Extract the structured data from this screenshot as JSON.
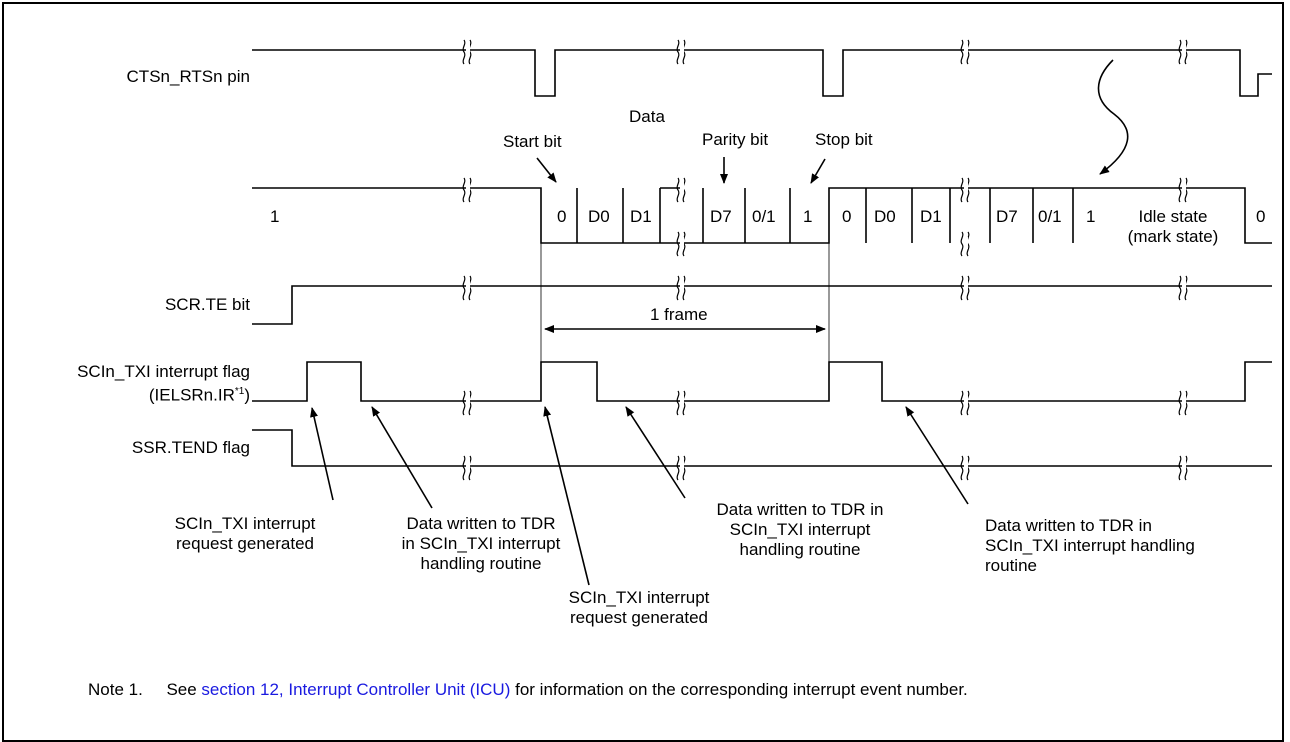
{
  "signals": {
    "cts": "CTSn_RTSn pin",
    "scr_te": "SCR.TE bit",
    "txi_flag_line1": "SCIn_TXI interrupt flag",
    "txi_flag_line2_pre": "(IELSRn.IR",
    "txi_flag_sup": "*1",
    "txi_flag_line2_post": ")",
    "tend": "SSR.TEND flag"
  },
  "frame_labels": {
    "data": "Data",
    "start_bit": "Start bit",
    "parity_bit": "Parity bit",
    "stop_bit": "Stop bit",
    "one_frame": "1 frame",
    "idle_1": "Idle state",
    "idle_2": "(mark state)"
  },
  "bits": {
    "one_left": "1",
    "f1": [
      "0",
      "D0",
      "D1",
      "D7",
      "0/1",
      "1"
    ],
    "f2": [
      "0",
      "D0",
      "D1",
      "D7",
      "0/1",
      "1"
    ],
    "zero_right": "0"
  },
  "annotations": {
    "a1": [
      "SCIn_TXI interrupt",
      "request generated"
    ],
    "a2": [
      "Data written to TDR",
      "in SCIn_TXI interrupt",
      "handling routine"
    ],
    "a3": [
      "SCIn_TXI interrupt",
      "request generated"
    ],
    "a4": [
      "Data written to TDR in",
      "SCIn_TXI interrupt",
      "handling routine"
    ],
    "a5": [
      "Data written to TDR in",
      "SCIn_TXI interrupt handling",
      "routine"
    ]
  },
  "note": {
    "prefix": "Note 1.",
    "pre": "See",
    "link": "section 12, Interrupt Controller Unit (ICU)",
    "post": "for information on the corresponding interrupt event number."
  },
  "colors": {
    "line": "#000000",
    "link": "#1a1ae0"
  }
}
